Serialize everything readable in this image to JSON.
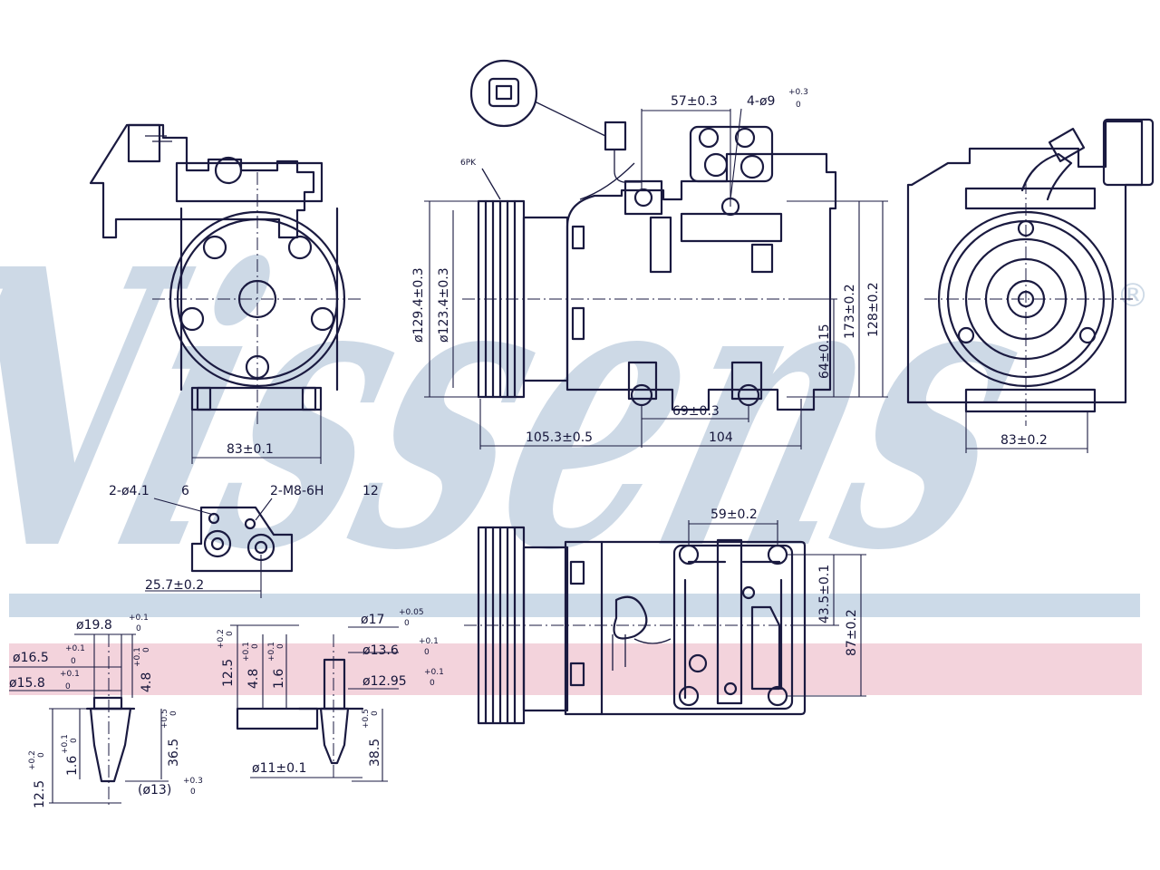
{
  "brand": {
    "watermark_text": "Nissens",
    "registered_mark": "®",
    "watermark_color": "#cdd9e6",
    "band_blue": "#ccdae8",
    "band_pink": "#f3d3dc"
  },
  "line_color": "#1a1a40",
  "labels": {
    "pulley_belt": "6PK",
    "d_pulley_outer": "ø129.4±0.3",
    "d_pulley_inner": "ø123.4±0.3",
    "mount_spacing_top": "57±0.3",
    "mount_holes": "4-ø9",
    "mount_holes_tol_upper": "+0.3",
    "mount_holes_tol_lower": "0",
    "height_173": "173±0.2",
    "height_128": "128±0.2",
    "height_64": "64±0.15",
    "width_69": "69±0.3",
    "len_105": "105.3±0.5",
    "len_104": "104",
    "width_83_left": "83±0.1",
    "width_83_right": "83±0.2",
    "port_holes": "2-ø4.1",
    "port_holes_depth": "6",
    "port_threads": "2-M8-6H",
    "port_threads_depth": "12",
    "port_offset": "25.7±0.2",
    "spacing_59": "59±0.2",
    "dim_43": "43.5±0.1",
    "dim_87": "87±0.2",
    "fit_d198": "ø19.8",
    "fit_d198_tol_upper": "+0.1",
    "fit_d198_tol_lower": "0",
    "fit_d165": "ø16.5",
    "fit_d165_tol_upper": "+0.1",
    "fit_d165_tol_lower": "0",
    "fit_d158": "ø15.8",
    "fit_d158_tol_upper": "+0.1",
    "fit_d158_tol_lower": "0",
    "fit_48": "4.8",
    "fit_48_tol_upper": "+0.1",
    "fit_48_tol_lower": "0",
    "fit_125": "12.5",
    "fit_125_tol_upper": "+0.2",
    "fit_125_tol_lower": "0",
    "fit_16": "1.6",
    "fit_16_tol_upper": "+0.1",
    "fit_16_tol_lower": "0",
    "fit_365": "36.5",
    "fit_365_tol_upper": "+0.5",
    "fit_365_tol_lower": "0",
    "fit_d13": "(ø13)",
    "fit_d13_tol_upper": "+0.3",
    "fit_d13_tol_lower": "0",
    "fit2_125": "12.5",
    "fit2_125_tol_upper": "+0.2",
    "fit2_125_tol_lower": "0",
    "fit2_48": "4.8",
    "fit2_48_tol_upper": "+0.1",
    "fit2_48_tol_lower": "0",
    "fit2_16": "1.6",
    "fit2_16_tol_upper": "+0.1",
    "fit2_16_tol_lower": "0",
    "fit2_d17": "ø17",
    "fit2_d17_tol_upper": "+0.05",
    "fit2_d17_tol_lower": "0",
    "fit2_d136": "ø13.6",
    "fit2_d136_tol_upper": "+0.1",
    "fit2_d136_tol_lower": "0",
    "fit2_d1295": "ø12.95",
    "fit2_d1295_tol_upper": "+0.1",
    "fit2_d1295_tol_lower": "0",
    "fit2_d11": "ø11±0.1",
    "fit2_385": "38.5",
    "fit2_385_tol_upper": "+0.5",
    "fit2_385_tol_lower": "0"
  }
}
